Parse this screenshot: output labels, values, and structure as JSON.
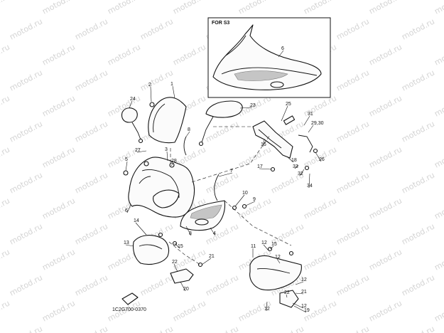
{
  "watermark": "motod.ru",
  "inset": {
    "title": "FOR S3"
  },
  "diagram_code": "1C2G700-0370",
  "callouts": [
    "1",
    "2",
    "3",
    "4",
    "5",
    "6",
    "7",
    "8",
    "9",
    "10",
    "11",
    "12",
    "13",
    "14",
    "15",
    "16",
    "17",
    "18",
    "19",
    "20",
    "21",
    "22",
    "23",
    "24",
    "25",
    "26",
    "27",
    "28",
    "29,30",
    "31",
    "32",
    "33",
    "34"
  ]
}
